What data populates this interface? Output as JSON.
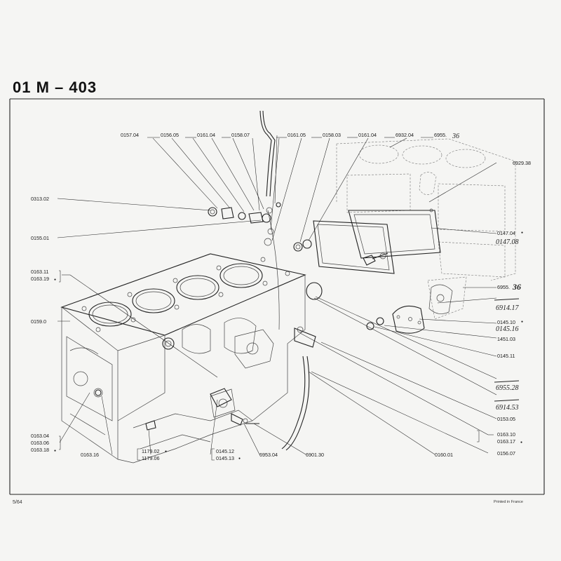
{
  "header": {
    "title": "01 M – 403"
  },
  "footer": {
    "page": "5/64",
    "imprint": "Printed in France"
  },
  "top_row": [
    {
      "key": "a",
      "text": "0157.04"
    },
    {
      "key": "b",
      "text": "0156.05"
    },
    {
      "key": "c",
      "text": "0161.04"
    },
    {
      "key": "d",
      "text": "0158.07"
    },
    {
      "key": "e",
      "text": "0161.05"
    },
    {
      "key": "f",
      "text": "0158.03"
    },
    {
      "key": "g",
      "text": "0161.04"
    },
    {
      "key": "h",
      "text": "6932.04"
    },
    {
      "key": "i",
      "text": "6955."
    }
  ],
  "labels": {
    "r6929": "6929.38",
    "l0313": "0313.02",
    "l0155": "0155.01",
    "r0147": "0147.04",
    "r6955b": "6955.",
    "r6914": "6914.17",
    "r0145_10": "0145.10",
    "r0145_16": "0145.16",
    "r1451": "1451.03",
    "r0145_11": "0145.11",
    "r6955c": "6955.28",
    "r6914b": "6914.53",
    "r0153": "0153.05",
    "r0163_10": "0163.10",
    "r0163_17": "0163.17",
    "r0156_07": "0156.07",
    "b0160": "0160.01",
    "b6901": "6901.30",
    "b6953": "6953.04",
    "b0145_12": "0145.12",
    "b0145_13": "0145.13",
    "b1179_02": "1179.02",
    "b1179_06": "1179.06",
    "b0163_16": "0163.16",
    "l0163_11": "0163.11",
    "l0163_19": "0163.19",
    "l0159": "0159.0",
    "l0163_04": "0163.04",
    "l0163_06": "0163.06",
    "l0163_18": "0163.18"
  },
  "handwritten": {
    "h36a": "36",
    "h0147": "0147.08",
    "h36b": "36",
    "h6955": "6955.28",
    "h6914": "6914.53",
    "h0145": "0145.16"
  },
  "marks": {
    "dot": "●"
  }
}
